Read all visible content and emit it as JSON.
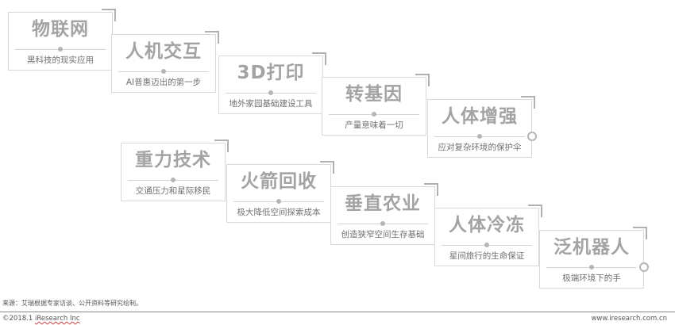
{
  "cards": [
    {
      "title": "物联网",
      "subtitle": "黑科技的现实应用"
    },
    {
      "title": "人机交互",
      "subtitle": "AI普惠迈出的第一步"
    },
    {
      "title": "3D打印",
      "subtitle": "地外家园基础建设工具"
    },
    {
      "title": "转基因",
      "subtitle": "产量意味着一切"
    },
    {
      "title": "人体增强",
      "subtitle": "应对复杂环境的保护伞"
    },
    {
      "title": "重力技术",
      "subtitle": "交通压力和星际移民"
    },
    {
      "title": "火箭回收",
      "subtitle": "极大降低空间探索成本"
    },
    {
      "title": "垂直农业",
      "subtitle": "创造狭窄空间生存基础"
    },
    {
      "title": "人体冷冻",
      "subtitle": "星间旅行的生命保证"
    },
    {
      "title": "泛机器人",
      "subtitle": "极端环境下的手"
    }
  ],
  "footer": {
    "source": "来源：艾瑞根据专家访谈、公开资料等研究绘制。",
    "copyright_prefix": "©2018.1 ",
    "copyright_brand": "iResearch Inc",
    "website": "www.iresearch.com.cn"
  }
}
